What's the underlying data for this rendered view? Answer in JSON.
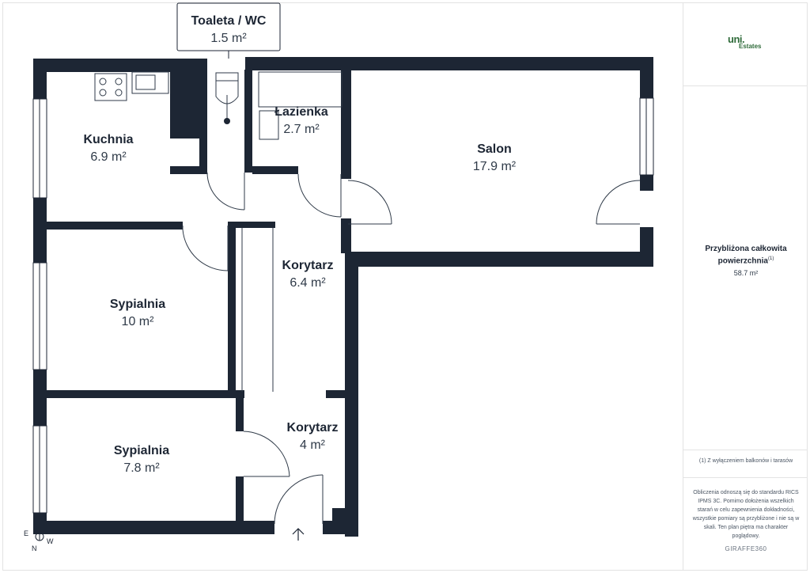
{
  "rooms": {
    "toilet": {
      "name": "Toaleta / WC",
      "area": "1.5 m²"
    },
    "bathroom": {
      "name": "Łazienka",
      "area": "2.7 m²"
    },
    "kitchen": {
      "name": "Kuchnia",
      "area": "6.9 m²"
    },
    "living": {
      "name": "Salon",
      "area": "17.9 m²"
    },
    "corridor1": {
      "name": "Korytarz",
      "area": "6.4 m²"
    },
    "bedroom1": {
      "name": "Sypialnia",
      "area": "10 m²"
    },
    "bedroom2": {
      "name": "Sypialnia",
      "area": "7.8 m²"
    },
    "corridor2": {
      "name": "Korytarz",
      "area": "4 m²"
    }
  },
  "compass": {
    "e": "E",
    "n": "N",
    "w": "W"
  },
  "sidebar": {
    "logo_mark": "uni.",
    "logo_word": "Estates",
    "area_title": "Przybliżona całkowita powierzchnia",
    "area_sup": "(1)",
    "area_value": "58.7 m²",
    "footnote": "(1) Z wyłączeniem balkonów i tarasów",
    "disclaimer": "Obliczenia odnoszą się do standardu RICS IPMS 3C. Pomimo dołożenia wszelkich starań w celu zapewnienia dokładności, wszystkie pomiary są przybliżone i nie są w skali. Ten plan piętra ma charakter poglądowy.",
    "brand": "GIRAFFE360"
  },
  "colors": {
    "wall": "#1d2634",
    "line": "#2f3a48",
    "window": "#ffffff"
  }
}
